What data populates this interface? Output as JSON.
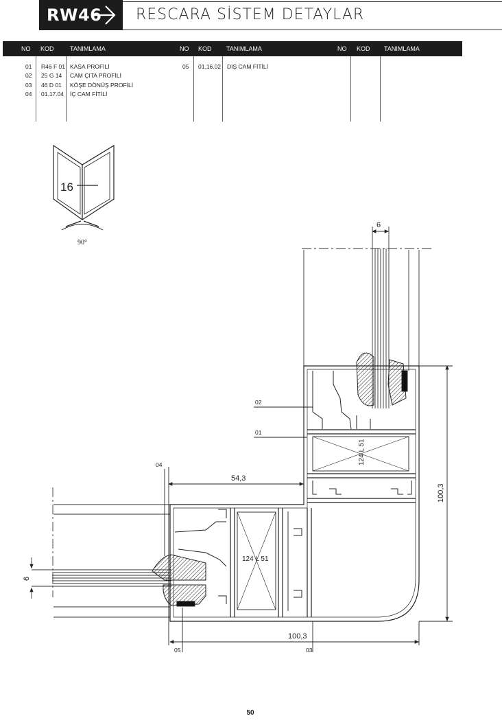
{
  "header": {
    "system_code": "RW46",
    "title": "RESCARA SİSTEM DETAYLAR",
    "arrow_icon": "arrow-right-icon",
    "brand_color": "#1c1c1c"
  },
  "parts_table": {
    "columns": [
      "NO",
      "KOD",
      "TANIMLAMA",
      "NO",
      "KOD",
      "TANIMLAMA",
      "NO",
      "KOD",
      "TANIMLAMA"
    ],
    "rows": [
      {
        "no": "01",
        "kod": "R46 F 01",
        "tanim": "KASA PROFİLİ"
      },
      {
        "no": "02",
        "kod": "25 G 14",
        "tanim": "CAM ÇITA PROFİLİ"
      },
      {
        "no": "03",
        "kod": "46 D 01",
        "tanim": "KÖŞE DÖNÜŞ PROFİLİ"
      },
      {
        "no": "04",
        "kod": "01.17.04",
        "tanim": "İÇ CAM FİTİLİ"
      },
      {
        "no": "05",
        "kod": "01.16.02",
        "tanim": "DIŞ CAM FİTİLİ"
      }
    ]
  },
  "drawing": {
    "corner_inset": {
      "thickness_label": "16",
      "angle_label": "90°"
    },
    "dimensions": {
      "glass_top": "6",
      "glass_left": "6",
      "offset": "54,3",
      "height": "100,3",
      "width": "100,3"
    },
    "insulation_labels": [
      "124 L 51",
      "124 L 51"
    ],
    "callouts": [
      "02",
      "01",
      "04",
      "05",
      "03"
    ]
  },
  "footer": {
    "page_number": "50"
  }
}
